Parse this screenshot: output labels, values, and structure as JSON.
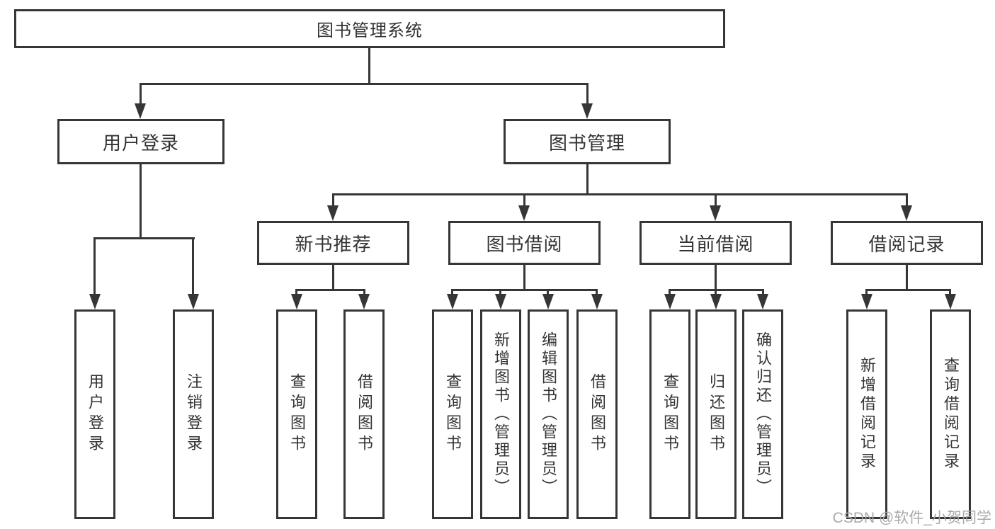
{
  "diagram": {
    "root": "图书管理系统",
    "level2": {
      "user_login": "用户登录",
      "book_management": "图书管理"
    },
    "level3": {
      "new_book_recommend": "新书推荐",
      "book_borrow": "图书借阅",
      "current_borrow": "当前借阅",
      "borrow_records": "借阅记录"
    },
    "leaves": {
      "user_login": "用户登录",
      "logout": "注销登录",
      "recommend_query_books": "查询图书",
      "recommend_borrow_books": "借阅图书",
      "borrow_query_books": "查询图书",
      "borrow_add_books": "新增图书（管理员）",
      "borrow_edit_books": "编辑图书（管理员）",
      "borrow_borrow_books": "借阅图书",
      "current_query_books": "查询图书",
      "current_return_books": "归还图书",
      "current_confirm_return": "确认归还（管理员）",
      "records_add_record": "新增借阅记录",
      "records_query_record": "查询借阅记录"
    }
  },
  "watermark": "CSDN @软件_小贺同学",
  "colors": {
    "line": "#363636",
    "text": "#333333",
    "watermark": "#a5a5a5",
    "background": "#ffffff"
  }
}
